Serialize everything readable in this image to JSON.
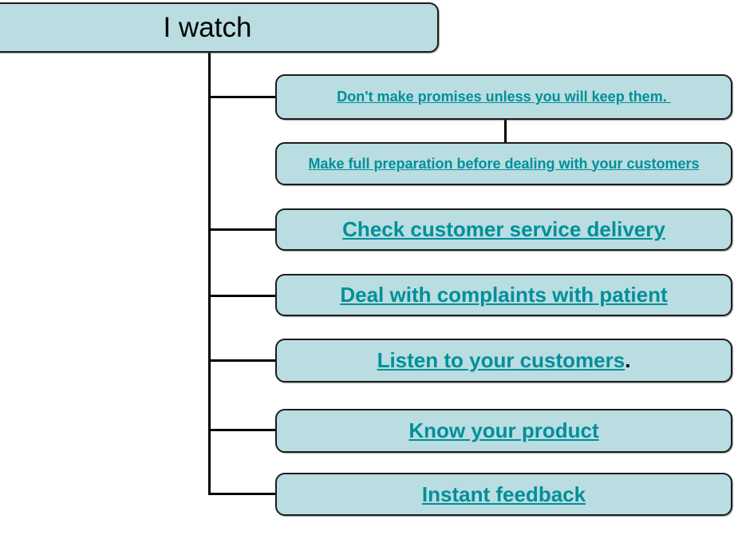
{
  "diagram": {
    "root": {
      "label": "I watch"
    },
    "nodes": [
      {
        "id": "dont-make-promises",
        "label": "Don't make promises unless you will keep them. ",
        "size": "small"
      },
      {
        "id": "make-full-preparation",
        "label": "Make full preparation before dealing with your customers",
        "size": "small"
      },
      {
        "id": "check-customer-service",
        "label": "Check customer service delivery",
        "size": "large"
      },
      {
        "id": "deal-with-complaints",
        "label": "Deal with complaints with patient",
        "size": "large"
      },
      {
        "id": "listen-to-customers",
        "label": "Listen to your customers",
        "suffix": ".",
        "size": "large"
      },
      {
        "id": "know-your-product",
        "label": "Know your product",
        "size": "large"
      },
      {
        "id": "instant-feedback",
        "label": "Instant feedback",
        "size": "large"
      }
    ],
    "colors": {
      "node_fill": "#b9dde1",
      "node_border": "#1c1c1c",
      "link_text": "#008f99",
      "root_text": "#000000",
      "connector": "#000000",
      "background": "#ffffff"
    }
  }
}
